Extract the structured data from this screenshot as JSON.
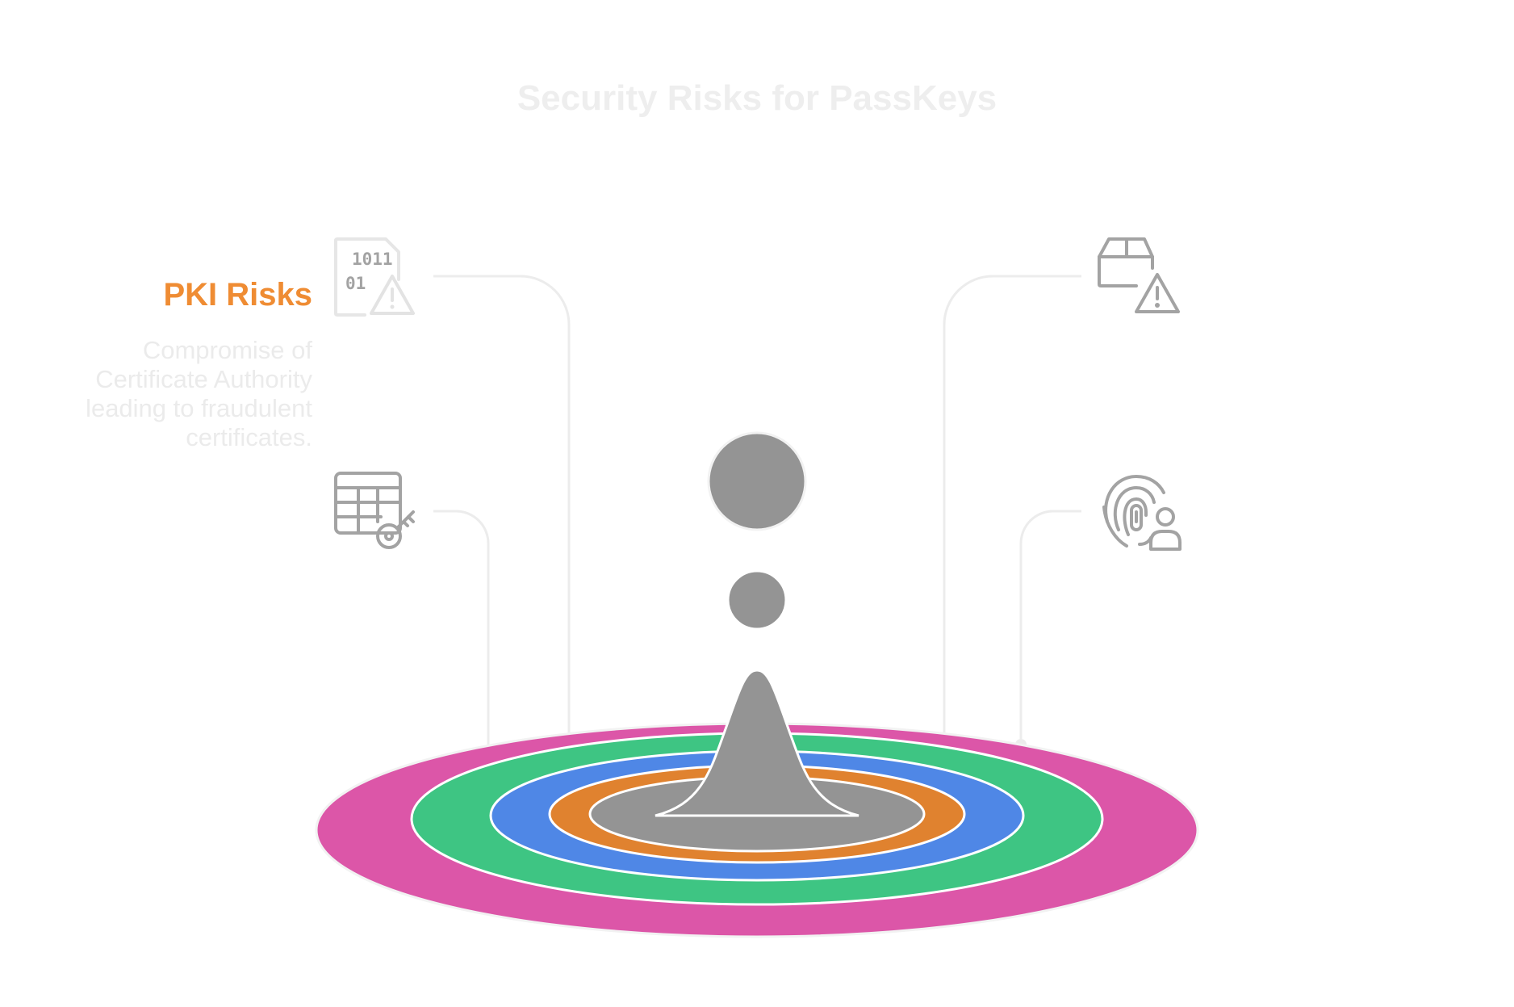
{
  "title": "Security Risks for PassKeys",
  "rings": [
    {
      "name": "outer",
      "color": "#DC56A8"
    },
    {
      "name": "second",
      "color": "#3EC583"
    },
    {
      "name": "third",
      "color": "#4F87E6"
    },
    {
      "name": "inner",
      "color": "#E0822F"
    },
    {
      "name": "center",
      "color": "#949494"
    }
  ],
  "drop_color": "#949494",
  "callouts": [
    {
      "title": "PKI Risks",
      "title_color": "#EF8C33",
      "description": [
        "Compromise of",
        "Certificate Authority",
        "leading to fraudulent",
        "certificates."
      ],
      "icon": "binary-file-warning-icon"
    },
    {
      "icon": "table-key-icon"
    },
    {
      "icon": "package-warning-icon"
    },
    {
      "icon": "fingerprint-user-icon"
    }
  ]
}
